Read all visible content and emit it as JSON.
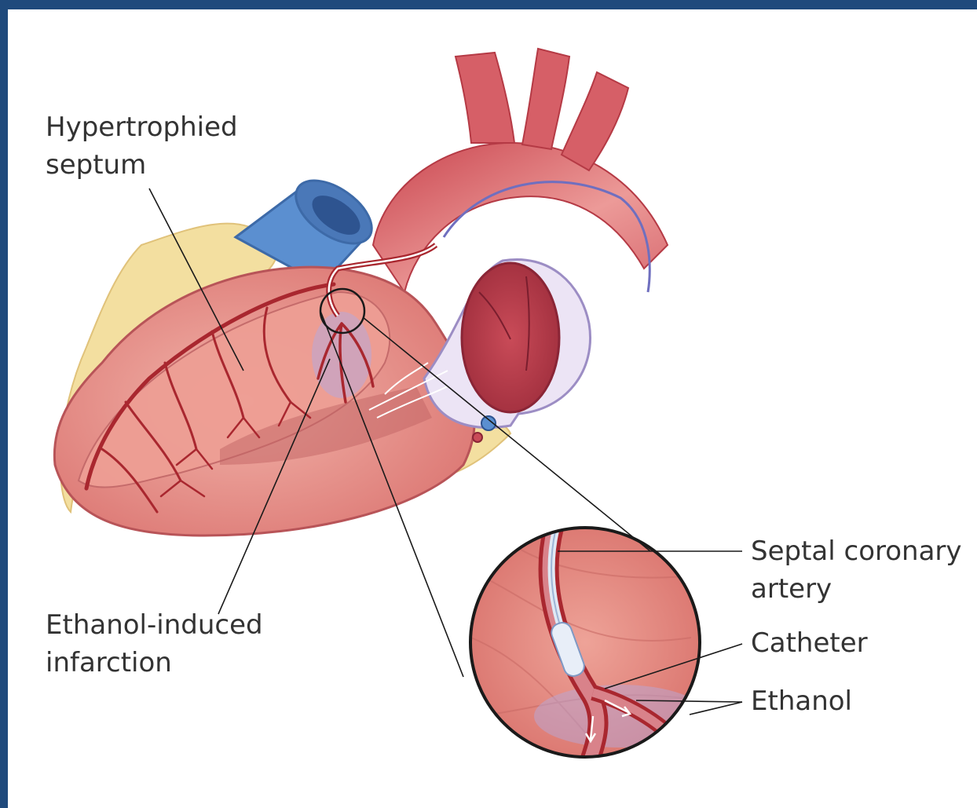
{
  "labels": {
    "hypertrophied_septum": {
      "line1": "Hypertrophied",
      "line2": "septum"
    },
    "ethanol_infarction": {
      "line1": "Ethanol-induced",
      "line2": "infarction"
    },
    "septal_coronary_artery": {
      "line1": "Septal coronary",
      "line2": "artery"
    },
    "catheter": "Catheter",
    "ethanol": "Ethanol"
  },
  "colors": {
    "border": "#1f4a7c",
    "myocardium": "#e89a92",
    "artery": "#a9272f",
    "aorta": "#d9656a",
    "vein": "#5b8fd0",
    "fat": "#f3dfa0",
    "infarct": "#b8a7d8"
  }
}
